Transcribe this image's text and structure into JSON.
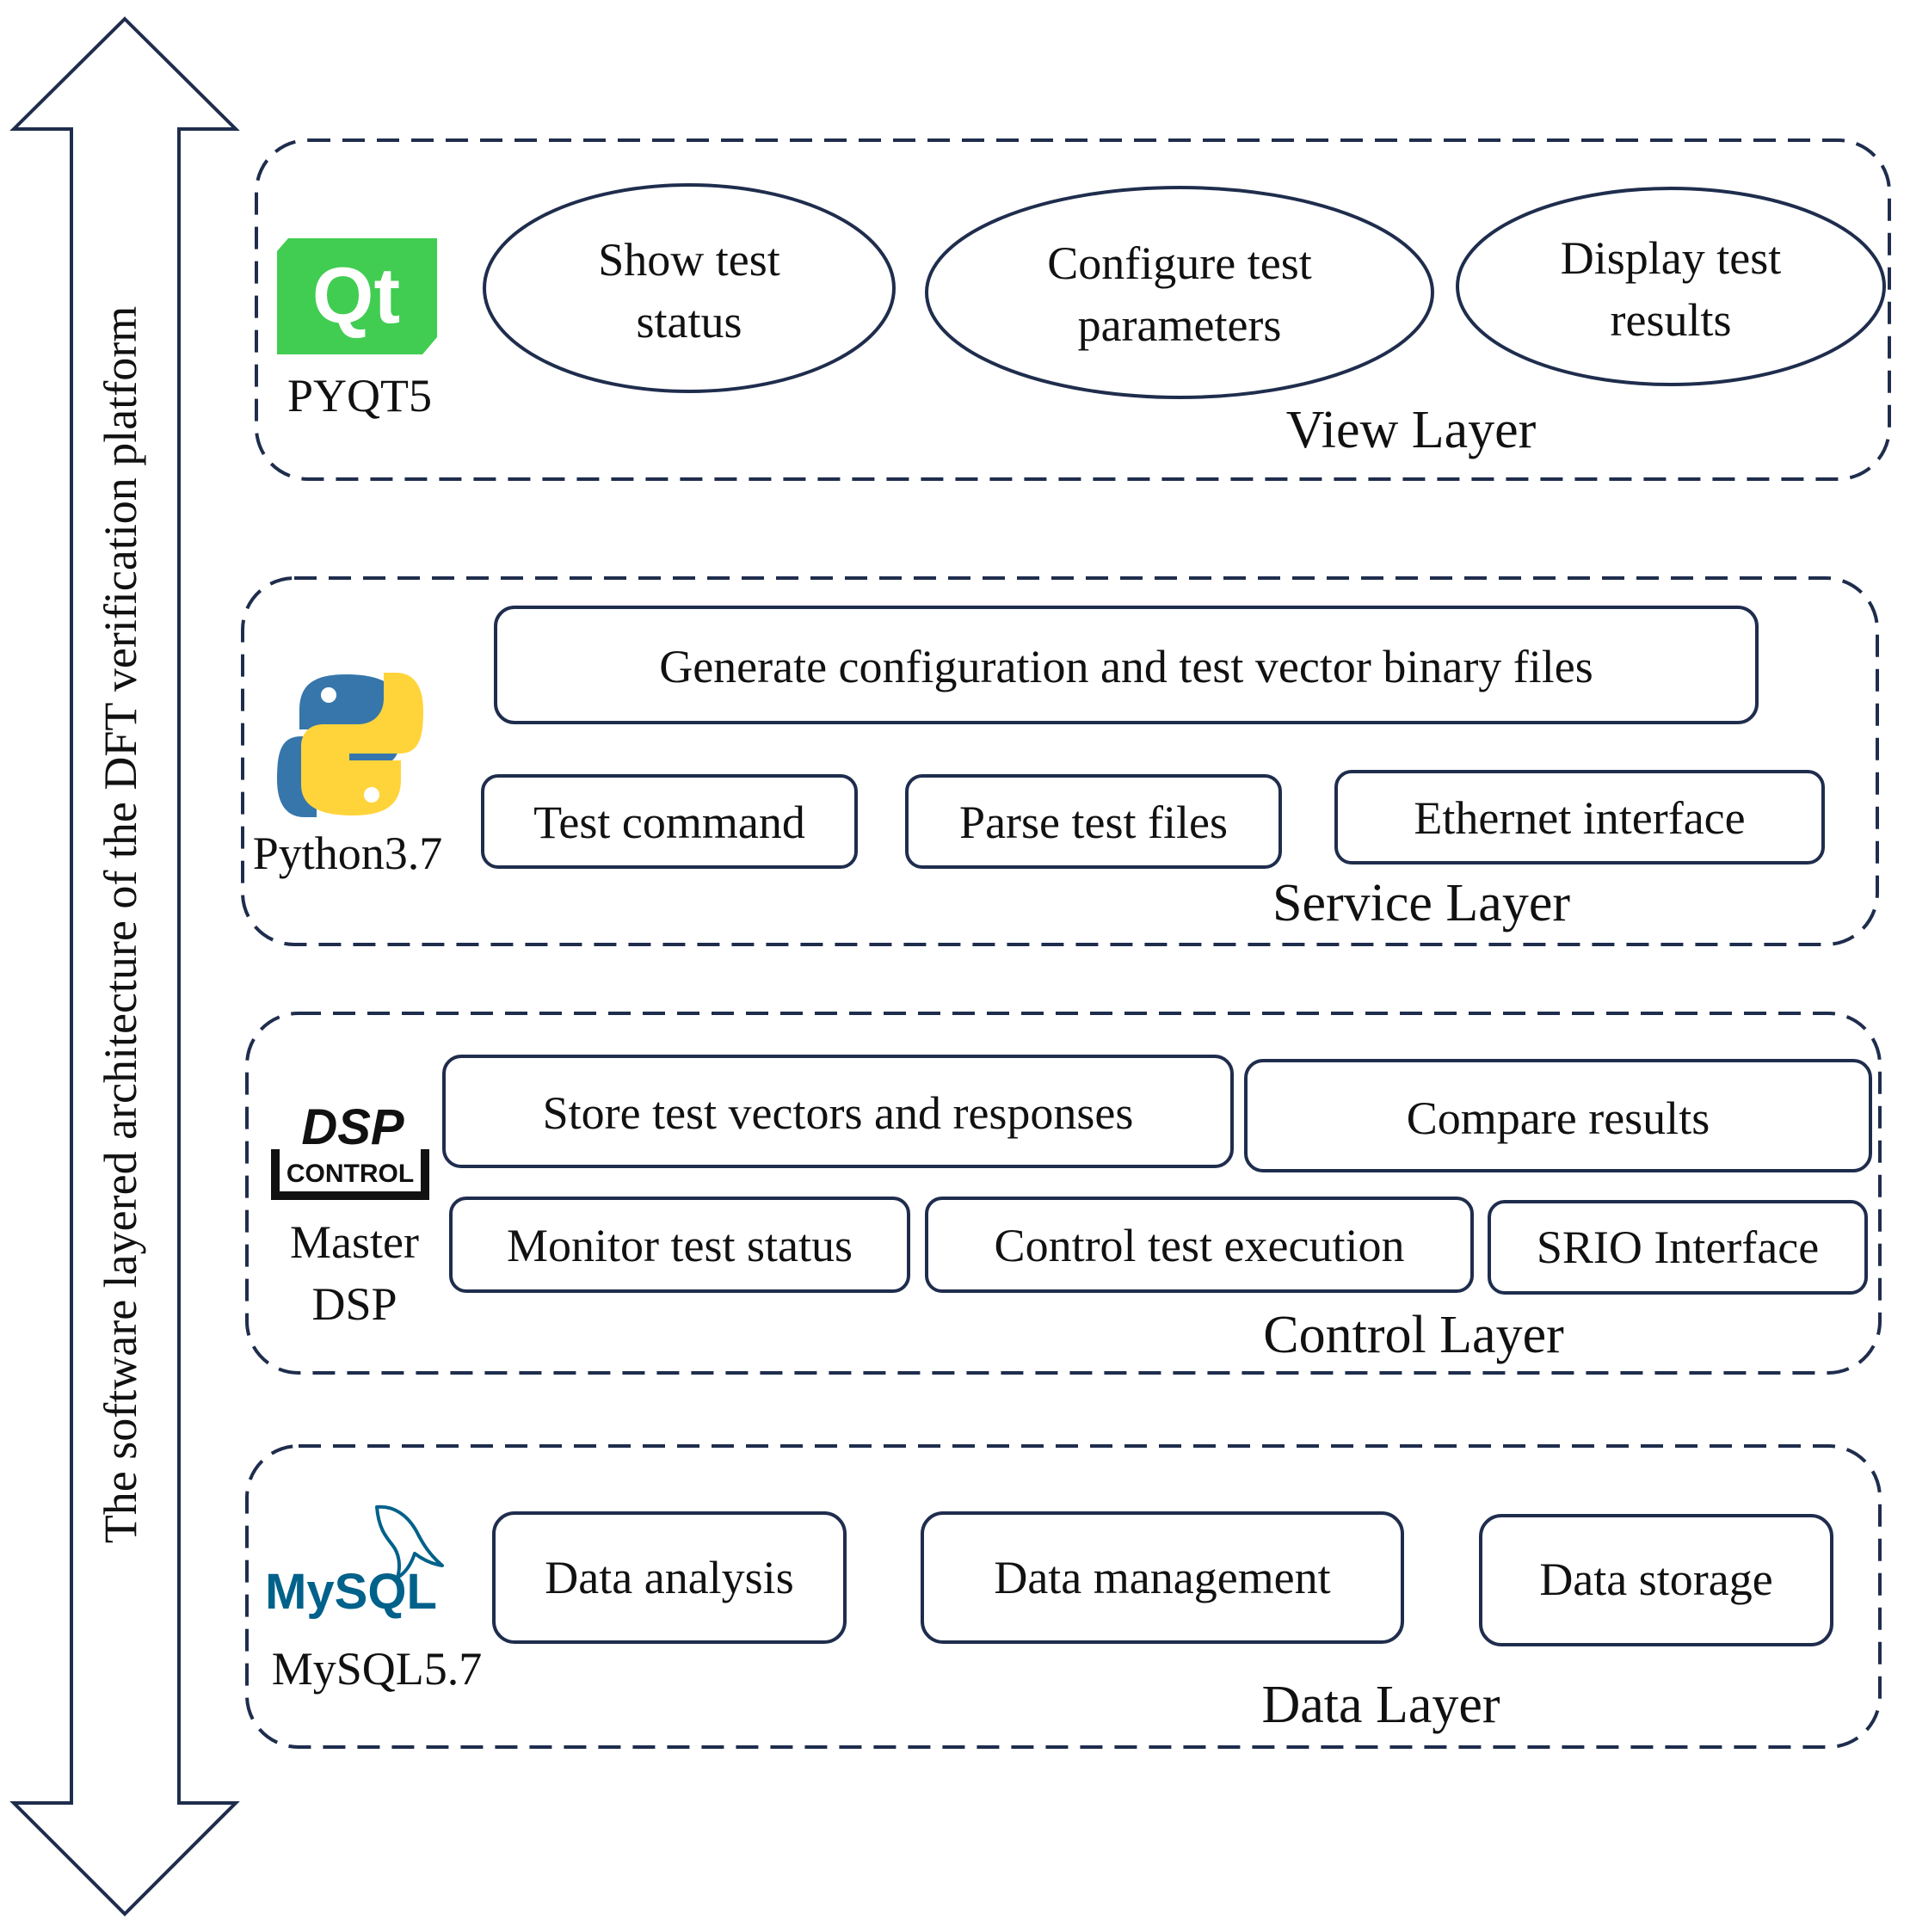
{
  "axis_label": "The software layered architecture of the DFT verification platform",
  "colors": {
    "outline": "#1f2d4d",
    "qt_green": "#41cd52",
    "python_blue": "#3776ab",
    "python_yellow": "#ffd43b",
    "mysql_blue": "#00618a",
    "dsp_black": "#111111"
  },
  "layers": {
    "view": {
      "title": "View Layer",
      "tech": "PYQT5",
      "logo": {
        "icon": "qt-logo-icon",
        "text": "Qt"
      },
      "items": [
        {
          "line1": "Show test",
          "line2": "status"
        },
        {
          "line1": "Configure test",
          "line2": "parameters"
        },
        {
          "line1": "Display test",
          "line2": "results"
        }
      ]
    },
    "service": {
      "title": "Service Layer",
      "tech": "Python3.7",
      "logo": {
        "icon": "python-logo-icon"
      },
      "top_item": "Generate configuration and test vector binary files",
      "items": [
        "Test command",
        "Parse test files",
        "Ethernet interface"
      ]
    },
    "control": {
      "title": "Control Layer",
      "tech_line1": "Master",
      "tech_line2": "DSP",
      "logo": {
        "icon": "dsp-control-logo-icon",
        "top": "DSP",
        "bottom": "CONTROL"
      },
      "top_items": [
        "Store test vectors and responses",
        "Compare results"
      ],
      "items": [
        "Monitor test status",
        "Control test execution",
        "SRIO Interface"
      ]
    },
    "data": {
      "title": "Data Layer",
      "tech": "MySQL5.7",
      "logo": {
        "icon": "mysql-logo-icon",
        "text": "MySQL"
      },
      "items": [
        "Data analysis",
        "Data management",
        "Data storage"
      ]
    }
  }
}
